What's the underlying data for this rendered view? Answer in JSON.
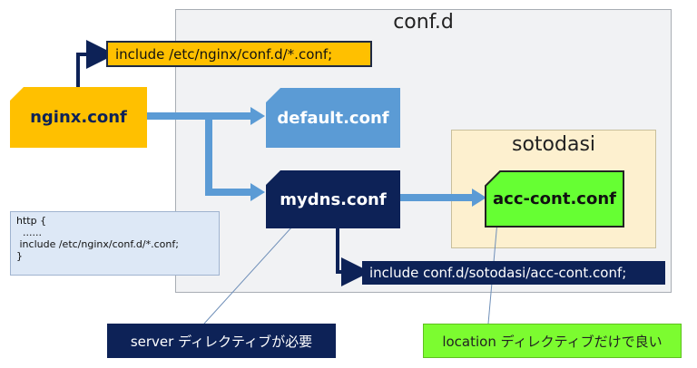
{
  "confd_label": "conf.d",
  "sotodasi_label": "sotodasi",
  "files": {
    "nginx": "nginx.conf",
    "default": "default.conf",
    "mydns": "mydns.conf",
    "acc": "acc-cont.conf"
  },
  "include_top": "include /etc/nginx/conf.d/*.conf;",
  "include_sotodasi": "include conf.d/sotodasi/acc-cont.conf;",
  "http_block": [
    "http {",
    "  ......",
    " include /etc/nginx/conf.d/*.conf;",
    "}"
  ],
  "note_server": "server ディレクティブが必要",
  "note_location": "location ディレクティブだけで良い",
  "colors": {
    "nginx": "#ffc000",
    "default": "#5b9bd5",
    "mydns": "#0d2257",
    "acc": "#66ff33",
    "arrow_blue": "#5b9bd5",
    "arrow_navy": "#0d2257"
  }
}
